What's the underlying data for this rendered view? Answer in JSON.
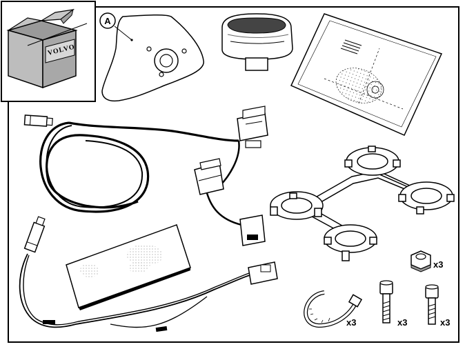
{
  "box_brand": "VOLVO",
  "callout_a": "A",
  "quantities": {
    "nut": "x3",
    "cable_tie": "x3",
    "bolt_1": "x3",
    "bolt_2": "x3"
  }
}
